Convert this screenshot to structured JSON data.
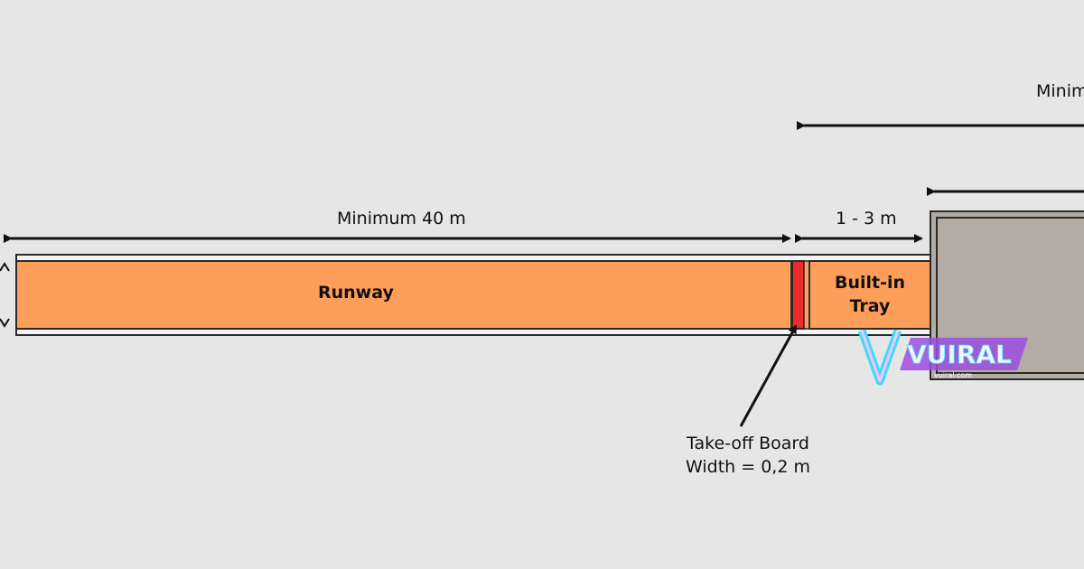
{
  "colors": {
    "background": "#e6e6e6",
    "runway": "#fe9e5b",
    "takeoff_board": "#ef2a2a",
    "tray": "#fe9e5b",
    "landing_area": "#b2aca4",
    "border": "#2a2a2a",
    "arrow": "#111111",
    "watermark_primary": "#9b4de0",
    "watermark_accent": "#3fd9ff"
  },
  "dimensions": {
    "runway_length": "Minimum 40 m",
    "board_to_pit": "1 - 3 m",
    "top_partial": "Minim"
  },
  "zones": {
    "runway": "Runway",
    "tray_line1": "Built-in",
    "tray_line2": "Tray"
  },
  "callout": {
    "line1": "Take-off Board",
    "line2": "Width = 0,2 m"
  },
  "watermark": {
    "brand": "VUIRAL",
    "url": "vuiral.com"
  }
}
